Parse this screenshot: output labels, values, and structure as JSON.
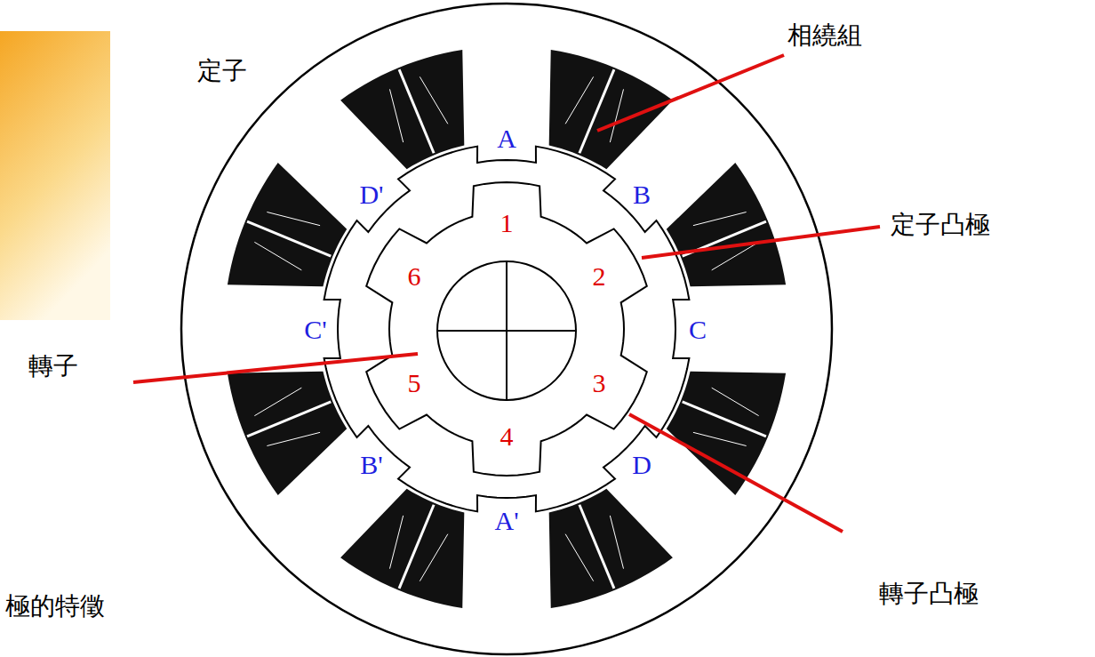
{
  "diagram": {
    "labels": [
      "定子",
      "相繞組",
      "A",
      "D'",
      "B",
      "定子凸極",
      "1",
      "6",
      "2",
      "轉子",
      "C'",
      "C",
      "5",
      "3",
      "4",
      "D",
      "轉子凸極",
      "B'",
      "A'",
      "極的特徵"
    ]
  }
}
